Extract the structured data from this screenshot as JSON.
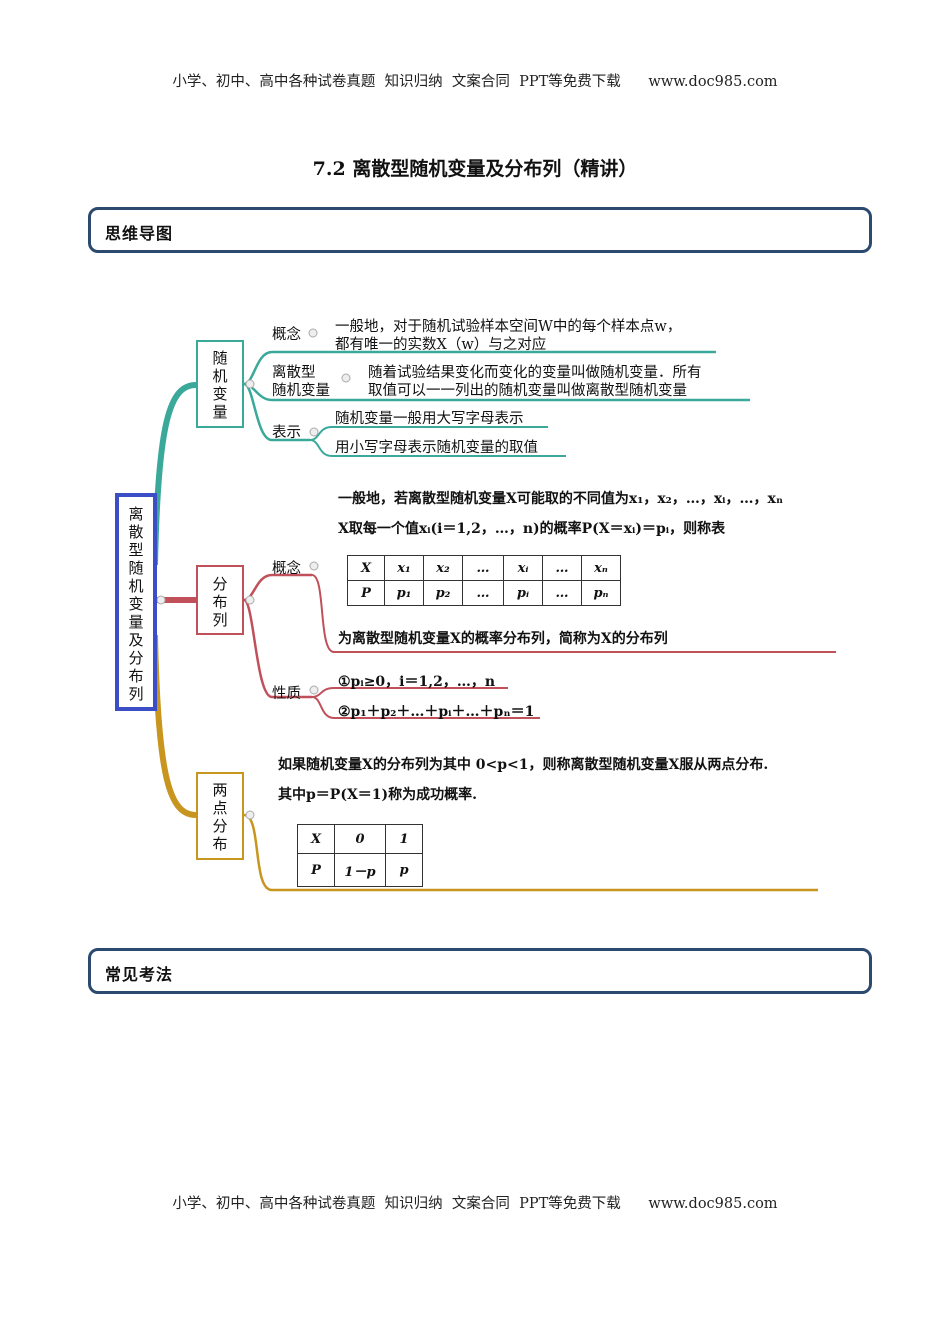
{
  "header": {
    "text": "小学、初中、高中各种试卷真题  知识归纳  文案合同  PPT等免费下载      www.doc985.com"
  },
  "footer": {
    "text": "小学、初中、高中各种试卷真题  知识归纳  文案合同  PPT等免费下载      www.doc985.com"
  },
  "title": "7.2  离散型随机变量及分布列（精讲）",
  "sections": {
    "mindmap": "思维导图",
    "common": "常见考法"
  },
  "mindmap": {
    "root": [
      "离",
      "散",
      "型",
      "随",
      "机",
      "变",
      "量",
      "及",
      "分",
      "布",
      "列"
    ],
    "rv": {
      "box": [
        "随",
        "机",
        "变",
        "量"
      ],
      "concept_label": "概念",
      "concept_line1": "一般地，对于随机试验样本空间W中的每个样本点w，",
      "concept_line2": "都有唯一的实数X（w）与之对应",
      "discrete_label1": "离散型",
      "discrete_label2": "随机变量",
      "discrete_line1": "随着试验结果变化而变化的变量叫做随机变量．所有",
      "discrete_line2": "取值可以一一列出的随机变量叫做离散型随机变量",
      "repr_label": "表示",
      "repr_line1": "随机变量一般用大写字母表示",
      "repr_line2": "用小写字母表示随机变量的取值"
    },
    "dist": {
      "box": [
        "分",
        "布",
        "列"
      ],
      "intro_line1": "一般地，若离散型随机变量X可能取的不同值为x₁，x₂，…，xᵢ，…，xₙ",
      "intro_line2": "X取每一个值xᵢ(i＝1,2，…，n)的概率P(X＝xᵢ)＝pᵢ，则称表",
      "concept_label": "概念",
      "table": {
        "row1": [
          "X",
          "x₁",
          "x₂",
          "…",
          "xᵢ",
          "…",
          "xₙ"
        ],
        "row2": [
          "P",
          "p₁",
          "p₂",
          "…",
          "pᵢ",
          "…",
          "pₙ"
        ]
      },
      "after_table": "为离散型随机变量X的概率分布列，简称为X的分布列",
      "prop_label": "性质",
      "prop1": "①pᵢ≥0，i＝1,2，…，n",
      "prop2": "②p₁＋p₂＋…＋pᵢ＋…＋pₙ＝1"
    },
    "two_point": {
      "box": [
        "两",
        "点",
        "分",
        "布"
      ],
      "line1": "如果随机变量X的分布列为其中 0<p<1，则称离散型随机变量X服从两点分布.",
      "line2": "其中p＝P(X＝1)称为成功概率.",
      "table": {
        "row1": [
          "X",
          "0",
          "1"
        ],
        "row2": [
          "P",
          "1－p",
          "p"
        ]
      }
    }
  },
  "colors": {
    "teal": "#3aa99a",
    "red": "#c0505a",
    "gold": "#c8951f",
    "root_border": "#3b4ec6",
    "section_border": "#2c4a6e"
  }
}
